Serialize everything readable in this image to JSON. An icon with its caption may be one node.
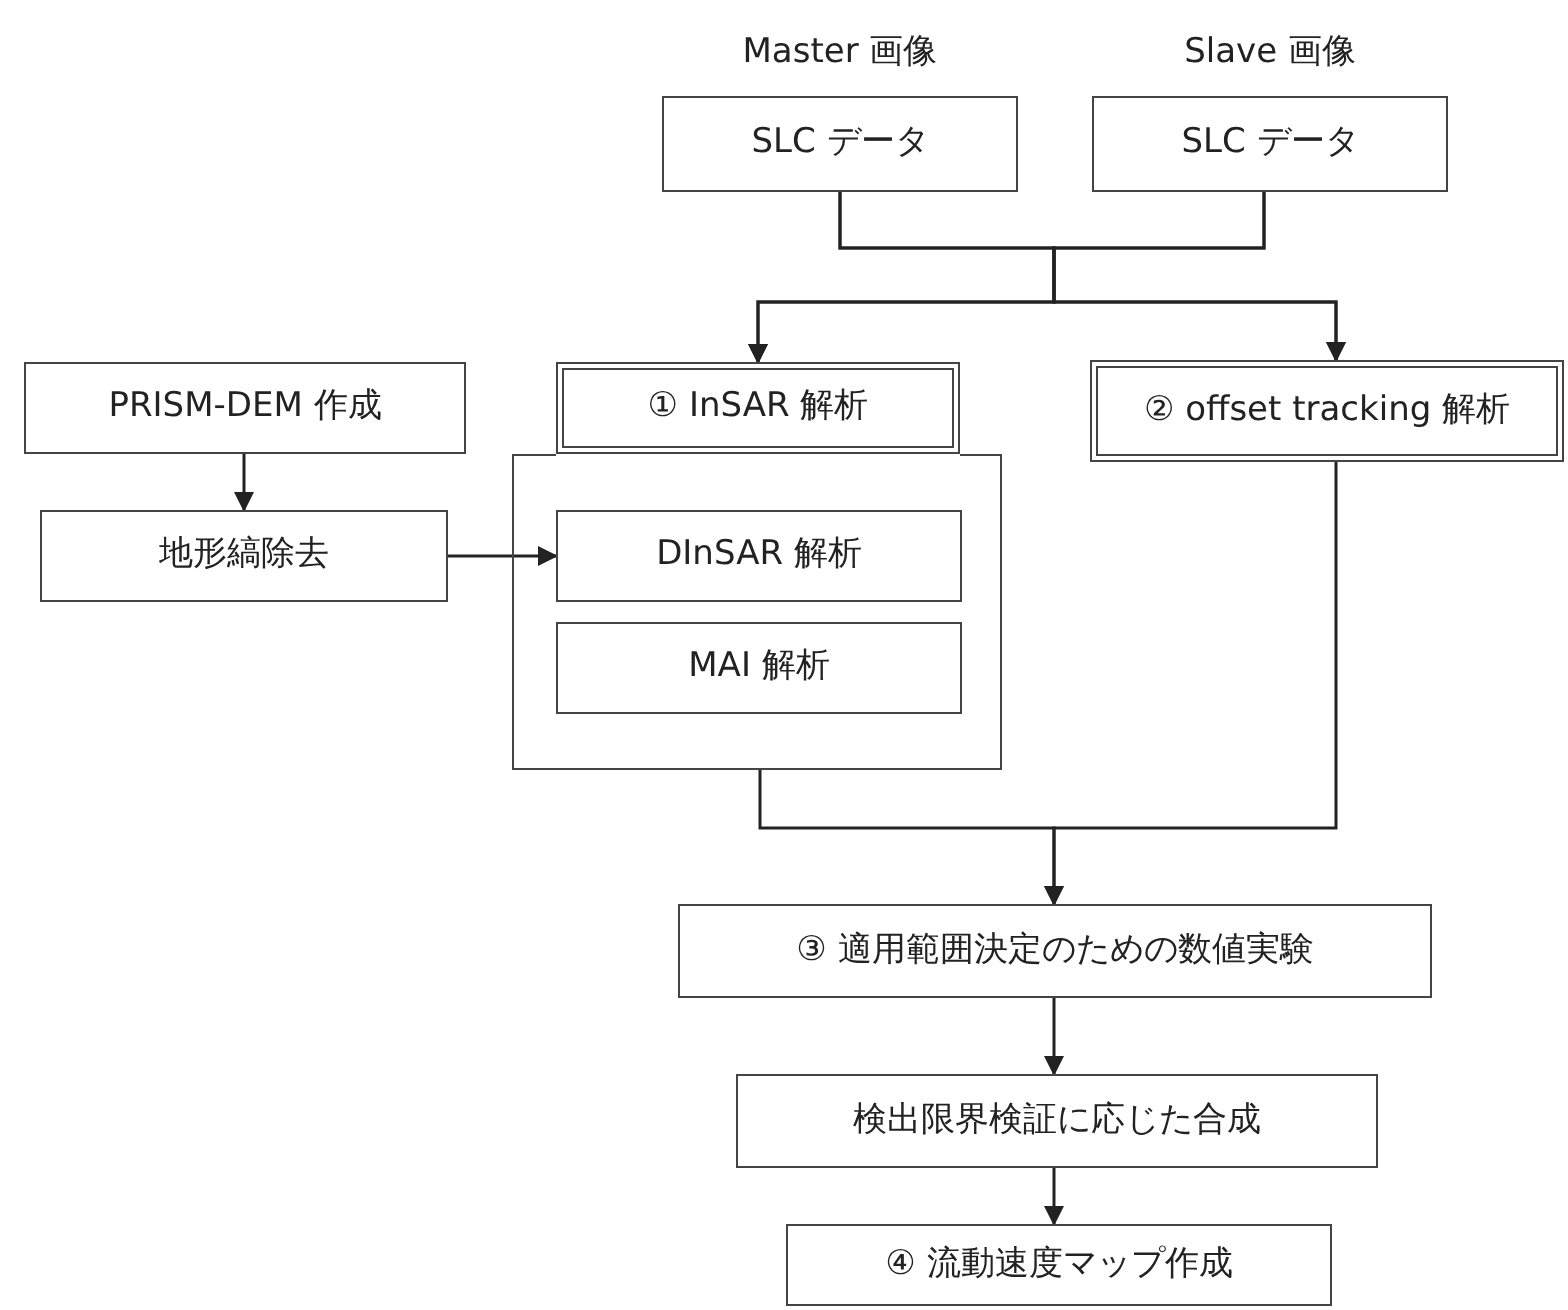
{
  "diagram": {
    "nodes": [
      {
        "text": [
          "SLC データ"
        ],
        "beside": [
          "Master 画像"
        ]
      },
      {
        "text": [
          "SLC データ"
        ],
        "beside": [
          "Slave 画像"
        ]
      },
      {
        "text": [
          "PRISM-DEM 作成"
        ]
      },
      {
        "text": [
          "地形縞除去"
        ]
      },
      {
        "text": [
          "① InSAR 解析"
        ]
      },
      {
        "text": [],
        "shape": "box"
      },
      {
        "text": [
          "DInSAR 解析"
        ],
        "in": 5
      },
      {
        "text": [
          "MAI 解析"
        ],
        "in": 5
      },
      {
        "text": [
          "② offset tracking 解析"
        ]
      },
      {
        "text": [
          "③ 適用範囲決定のための数値実験"
        ]
      },
      {
        "text": [
          "検出限界検証に応じた合成"
        ]
      },
      {
        "text": [
          "④ 流動速度マップ作成"
        ]
      }
    ],
    "edges": [
      {
        "from": 0,
        "to": 4,
        "arrow": "to"
      },
      {
        "from": 0,
        "to": 8,
        "arrow": "to"
      },
      {
        "from": 1,
        "to": 4,
        "arrow": "to"
      },
      {
        "from": 1,
        "to": 8,
        "arrow": "to"
      },
      {
        "from": 2,
        "to": 3,
        "arrow": "to"
      },
      {
        "from": 3,
        "to": 6,
        "arrow": "to"
      },
      {
        "from": 5,
        "to": 9,
        "arrow": "to"
      },
      {
        "from": 8,
        "to": 9,
        "arrow": "to"
      },
      {
        "from": 9,
        "to": 10,
        "arrow": "to"
      },
      {
        "from": 10,
        "to": 11,
        "arrow": "to"
      }
    ]
  }
}
